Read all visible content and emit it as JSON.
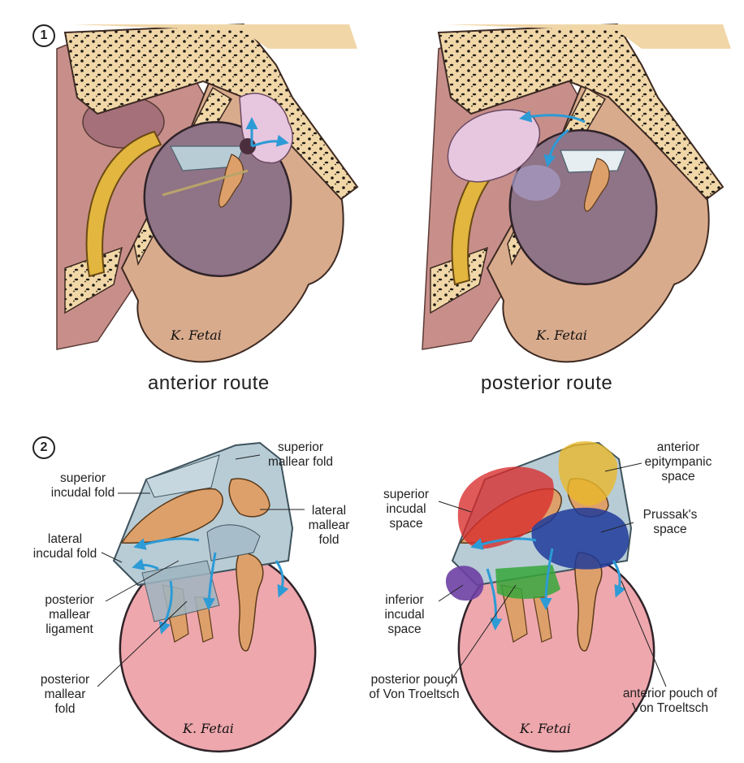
{
  "panels": [
    {
      "number": "1"
    },
    {
      "number": "2"
    }
  ],
  "captions": {
    "anterior": "anterior route",
    "posterior": "posterior route"
  },
  "signature": "K. Fetai",
  "labels": {
    "superior_mallear_fold": "superior mallear fold",
    "superior_incudal_fold": "superior incudal fold",
    "lateral_mallear_fold": "lateral mallear fold",
    "lateral_incudal_fold": "lateral incudal fold",
    "posterior_mallear_ligament": "posterior mallear ligament",
    "posterior_mallear_fold": "posterior mallear fold",
    "anterior_epitympanic_space": "anterior epitympanic space",
    "superior_incudal_space": "superior incudal space",
    "prussaks_space": "Prussak's space",
    "inferior_incudal_space": "inferior incudal space",
    "posterior_pouch": "posterior pouch of Von Troeltsch",
    "anterior_pouch": "anterior pouch of Von Troeltsch"
  },
  "colors": {
    "bone": "#f1d7a8",
    "bone_dots": "#1e1a14",
    "skin": "#d9ab8d",
    "eardrum": "#8f7386",
    "canal": "#e2b63f",
    "tumor": "#e7c6df",
    "ossicle": "#dea06a",
    "fold": "#b8ccd6",
    "tympanic_membrane": "#eea7ad",
    "arrow": "#2c9bd6",
    "space_red": "#d92b2b",
    "space_yellow": "#e9b82a",
    "space_blue": "#1f3a9a",
    "space_green": "#36a63a",
    "space_purple": "#6d3fa3"
  }
}
